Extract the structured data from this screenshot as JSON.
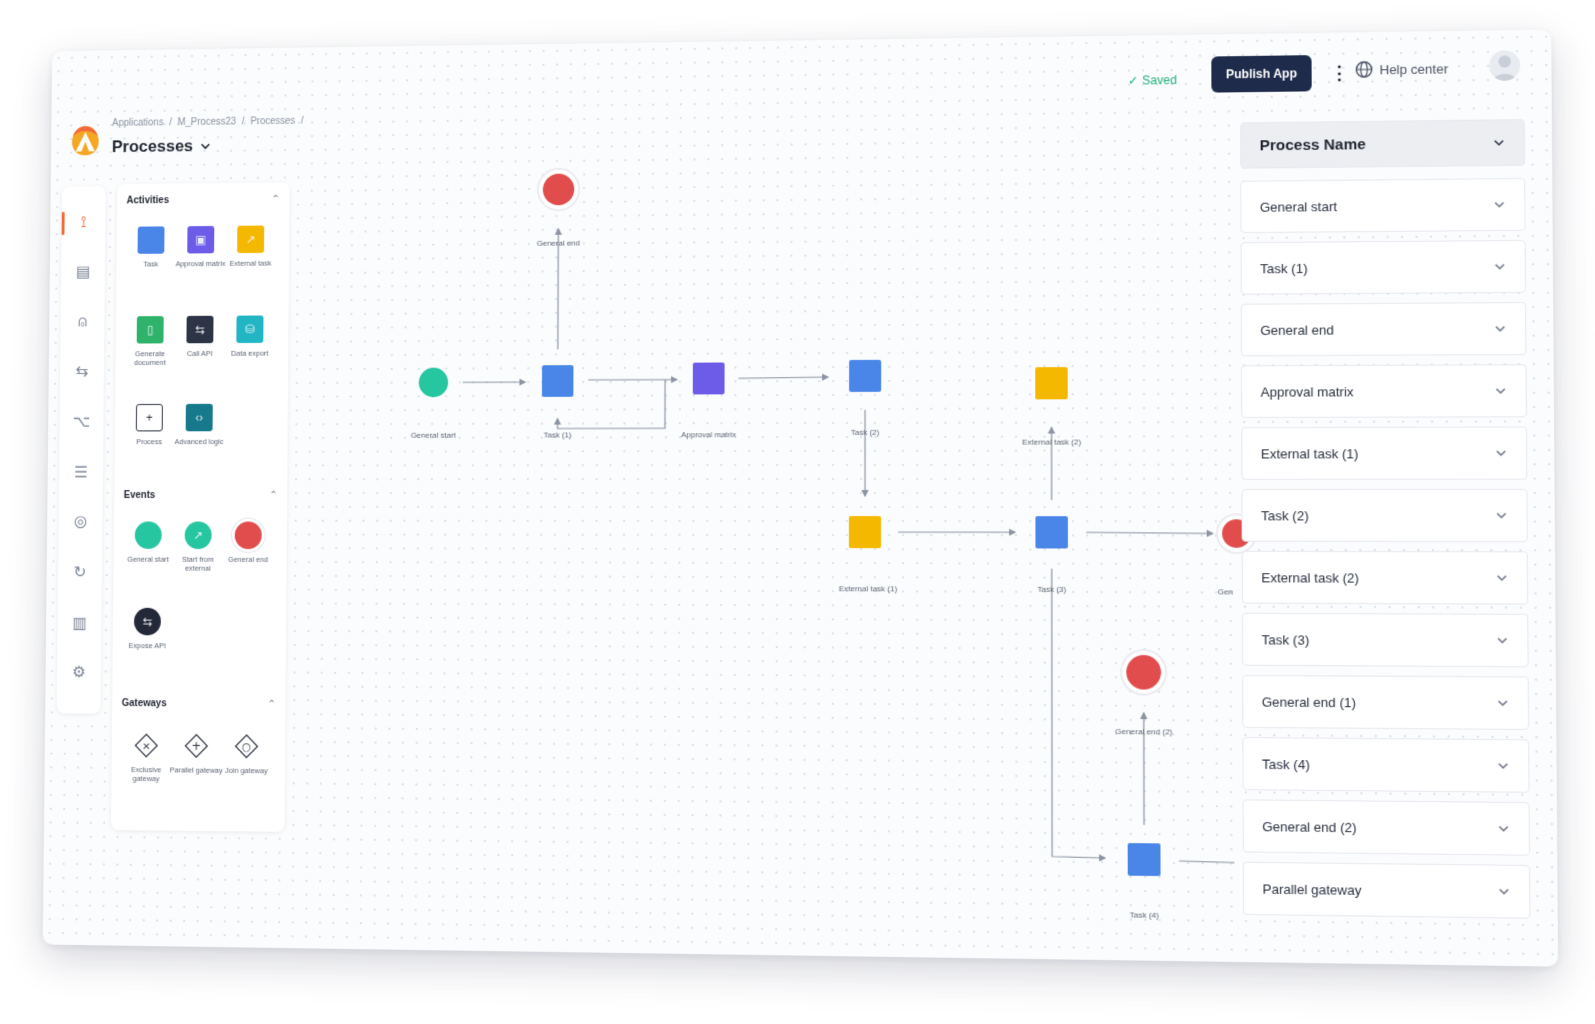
{
  "header": {
    "breadcrumb": [
      "Applications",
      "/",
      "M_Process23",
      "/",
      "Processes",
      "/"
    ],
    "title": "Processes",
    "saved_label": "Saved",
    "publish_label": "Publish App",
    "help_label": "Help center"
  },
  "palette": {
    "sections": {
      "activities": "Activities",
      "events": "Events",
      "gateways": "Gateways"
    },
    "activities": [
      {
        "label": "Task",
        "color": "#4a86e8",
        "icon": "task-icon"
      },
      {
        "label": "Approval matrix",
        "color": "#6c5ce7",
        "icon": "approval-icon"
      },
      {
        "label": "External task",
        "color": "#f5b800",
        "icon": "external-icon"
      },
      {
        "label": "Generate document",
        "color": "#2fb36b",
        "icon": "document-icon"
      },
      {
        "label": "Call API",
        "color": "#2d3446",
        "icon": "api-icon"
      },
      {
        "label": "Data export",
        "color": "#22b5c4",
        "icon": "export-icon"
      },
      {
        "label": "Process",
        "color": "#ffffff",
        "icon": "process-icon"
      },
      {
        "label": "Advanced logic",
        "color": "#177a8c",
        "icon": "code-icon"
      }
    ],
    "events": [
      {
        "label": "General start",
        "color": "#26c6a0"
      },
      {
        "label": "Start from external",
        "color": "#26c6a0"
      },
      {
        "label": "General end",
        "color": "#e14d4d"
      },
      {
        "label": "Expose API",
        "color": "#24293a"
      }
    ],
    "gateways": [
      {
        "label": "Exclusive gateway",
        "glyph": "×"
      },
      {
        "label": "Parallel gateway",
        "glyph": "+"
      },
      {
        "label": "Join gateway",
        "glyph": "○"
      }
    ]
  },
  "diagram": {
    "labels": {
      "general_start": "General start",
      "task1": "Task (1)",
      "general_end_top": "General end",
      "approval": "Approval matrix",
      "task2": "Task (2)",
      "ext1": "External task (1)",
      "ext2": "External task (2)",
      "task3": "Task (3)",
      "gen_partial": "Gen",
      "general_end2": "General end (2)",
      "task4": "Task (4)"
    }
  },
  "panel": {
    "header": "Process Name",
    "rows": [
      "General start",
      "Task (1)",
      "General end",
      "Approval matrix",
      "External task (1)",
      "Task (2)",
      "External task (2)",
      "Task (3)",
      "General end (1)",
      "Task (4)",
      "General end (2)",
      "Parallel gateway"
    ]
  },
  "colors": {
    "brand": "#f26b3a",
    "publish": "#1e2b4a",
    "task": "#4a86e8",
    "start": "#26c6a0",
    "end": "#e14d4d",
    "external": "#f5b800",
    "approval": "#6c5ce7"
  }
}
